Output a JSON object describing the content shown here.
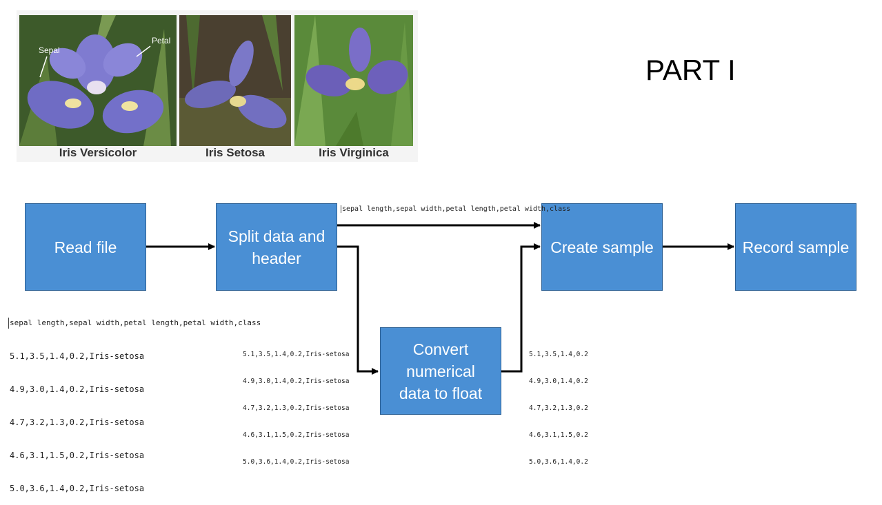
{
  "title": "PART I",
  "photos": {
    "captions": [
      "Iris Versicolor",
      "Iris Setosa",
      "Iris Virginica"
    ],
    "labels": {
      "sepal": "Sepal",
      "petal": "Petal"
    }
  },
  "boxes": {
    "read_file": "Read file",
    "split": "Split data and header",
    "create": "Create sample",
    "record": "Record sample",
    "convert": "Convert numerical data to float"
  },
  "header_line_top": "sepal length,sepal width,petal length,petal width,class",
  "raw_data": {
    "header": "sepal length,sepal width,petal length,petal width,class",
    "rows": [
      "5.1,3.5,1.4,0.2,Iris-setosa",
      "4.9,3.0,1.4,0.2,Iris-setosa",
      "4.7,3.2,1.3,0.2,Iris-setosa",
      "4.6,3.1,1.5,0.2,Iris-setosa",
      "5.0,3.6,1.4,0.2,Iris-setosa"
    ]
  },
  "split_rows": [
    "5.1,3.5,1.4,0.2,Iris-setosa",
    "4.9,3.0,1.4,0.2,Iris-setosa",
    "4.7,3.2,1.3,0.2,Iris-setosa",
    "4.6,3.1,1.5,0.2,Iris-setosa",
    "5.0,3.6,1.4,0.2,Iris-setosa"
  ],
  "float_rows": [
    "5.1,3.5,1.4,0.2",
    "4.9,3.0,1.4,0.2",
    "4.7,3.2,1.3,0.2",
    "4.6,3.1,1.5,0.2",
    "5.0,3.6,1.4,0.2"
  ],
  "colors": {
    "box_fill": "#4a8fd4",
    "box_border": "#2b5f93",
    "arrow": "#000000"
  }
}
